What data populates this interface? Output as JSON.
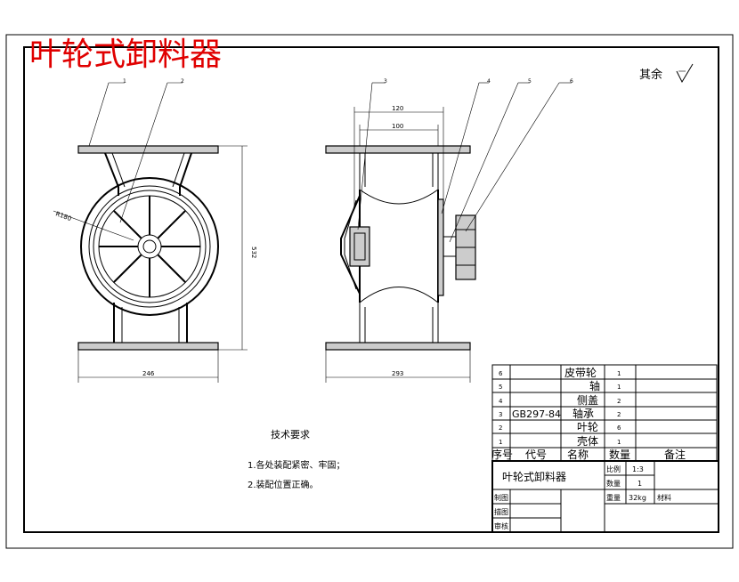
{
  "title": "叶轮式卸料器",
  "surface_finish": "其余",
  "balloons": [
    "1",
    "2",
    "3",
    "4",
    "5",
    "6"
  ],
  "dimensions": {
    "radius": "R180",
    "height": "532",
    "width_front": "246",
    "width_side": "293",
    "top_outer": "120",
    "top_inner": "100"
  },
  "tech_requirements": {
    "heading": "技术要求",
    "items": [
      "1.各处装配紧密、牢固；",
      "2.装配位置正确。"
    ]
  },
  "parts_list": {
    "rows": [
      {
        "no": "6",
        "code": "",
        "name": "皮带轮",
        "qty": "1",
        "note": ""
      },
      {
        "no": "5",
        "code": "",
        "name": "轴",
        "qty": "1",
        "note": ""
      },
      {
        "no": "4",
        "code": "",
        "name": "侧盖",
        "qty": "2",
        "note": ""
      },
      {
        "no": "3",
        "code": "GB297-84",
        "name": "轴承",
        "qty": "2",
        "note": ""
      },
      {
        "no": "2",
        "code": "",
        "name": "叶轮",
        "qty": "6",
        "note": ""
      },
      {
        "no": "1",
        "code": "",
        "name": "壳体",
        "qty": "1",
        "note": ""
      }
    ],
    "headers": {
      "no": "序号",
      "code": "代号",
      "name": "名称",
      "qty": "数量",
      "note": "备注"
    }
  },
  "title_block": {
    "name": "叶轮式卸料器",
    "scale_label": "比例",
    "scale": "1:3",
    "count_label": "数量",
    "count": "1",
    "weight_label": "重量",
    "weight": "32kg",
    "material_label": "材料",
    "drawn": "制图",
    "traced": "描图",
    "checked": "审核"
  }
}
